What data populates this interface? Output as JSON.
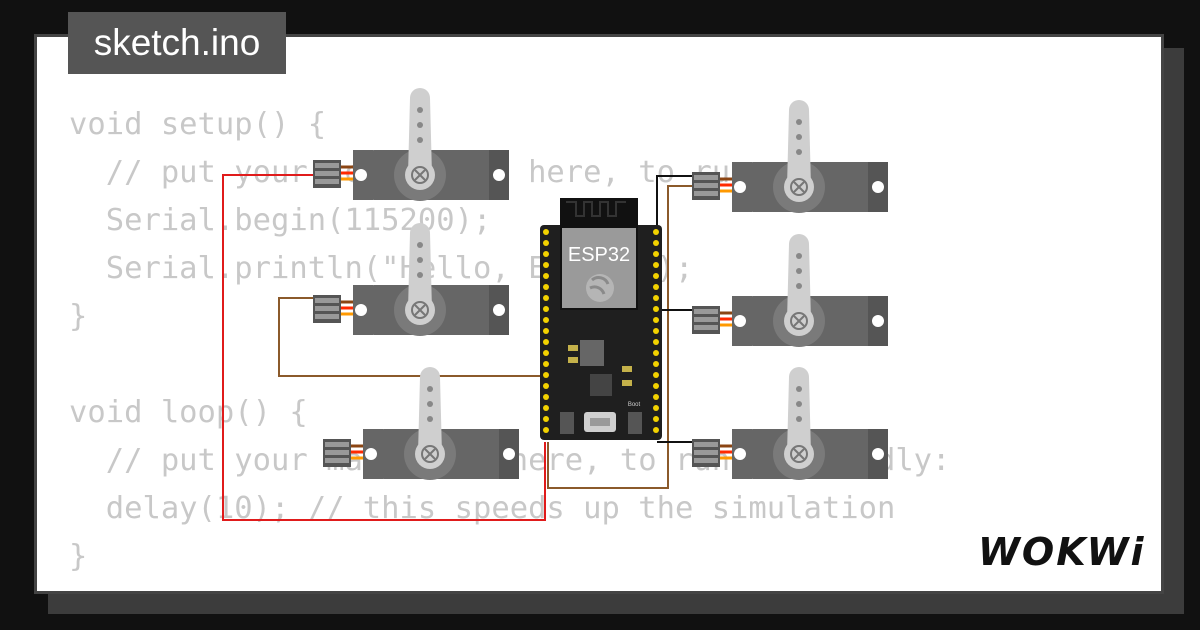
{
  "editor": {
    "file_tab": "sketch.ino",
    "code_lines": [
      "void setup() {",
      "  // put your setup code here, to run once:",
      "  Serial.begin(115200);",
      "  Serial.println(\"Hello, ESP32!\");",
      "}",
      "",
      "void loop() {",
      "  // put your main code here, to run repeatedly:",
      "  delay(10); // this speeds up the simulation",
      "}"
    ]
  },
  "board": {
    "label": "ESP32",
    "boot_label": "Boot"
  },
  "brand": {
    "logo": "WOKWi"
  },
  "colors": {
    "wire_red": "#e01b1b",
    "wire_brown": "#8b5a2b",
    "wire_black": "#111111",
    "servo_body": "#666666",
    "board_body": "#1f1f1f"
  },
  "icons": [
    "servo-icon",
    "esp32-board-icon",
    "wokwi-logo-icon"
  ]
}
